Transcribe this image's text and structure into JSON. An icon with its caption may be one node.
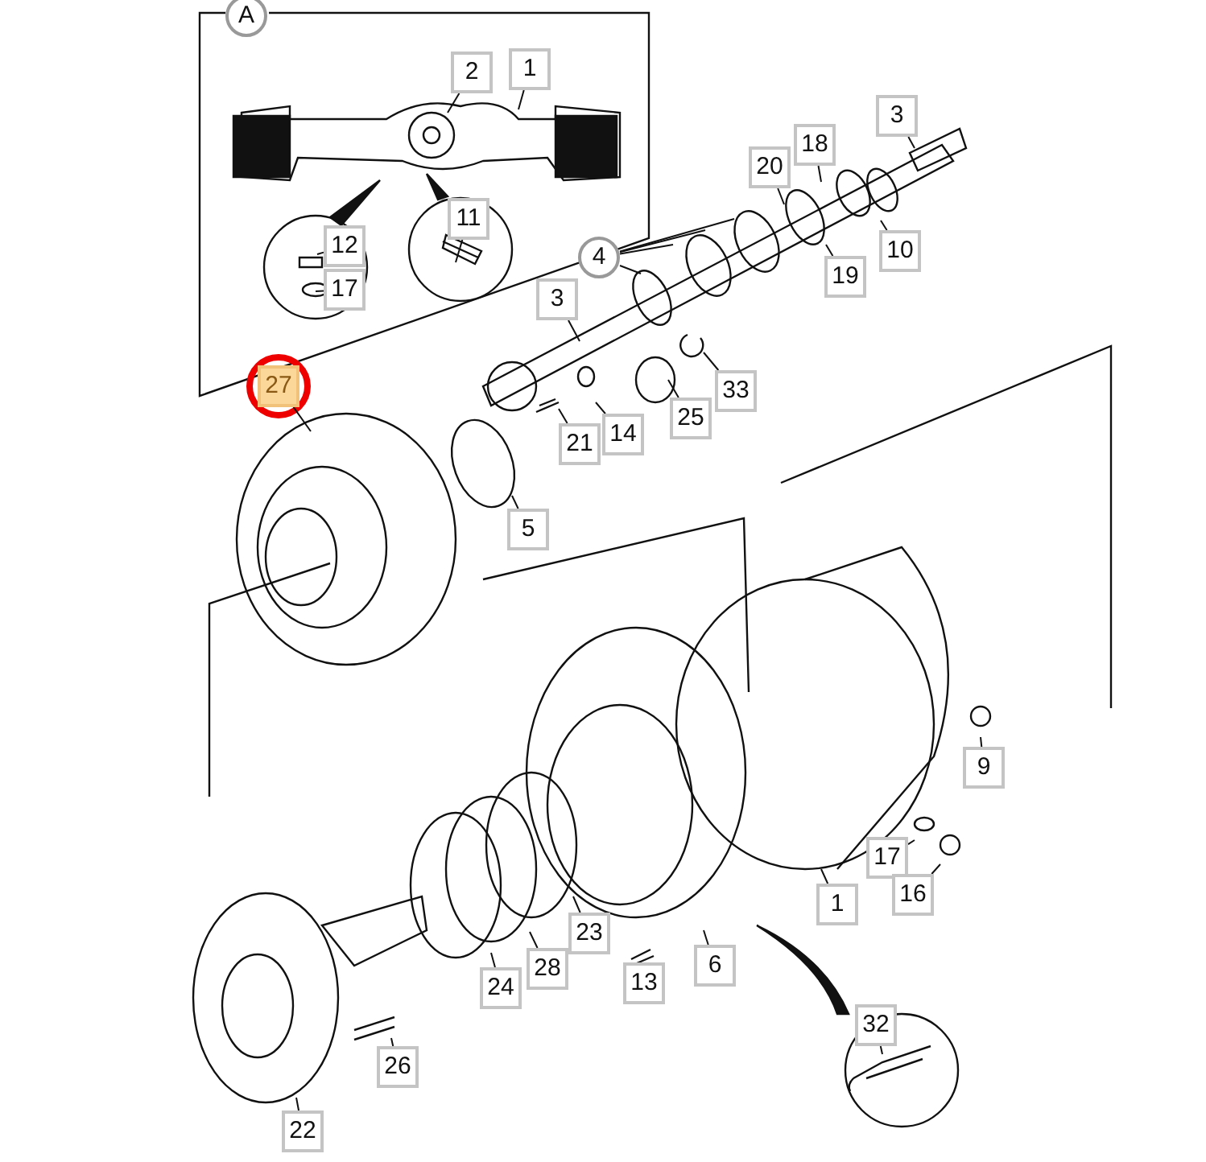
{
  "diagram": {
    "nodes": [
      {
        "text": [
          "A"
        ]
      },
      {
        "text": [
          "2"
        ]
      },
      {
        "text": [
          "1"
        ]
      },
      {
        "text": [
          "12"
        ]
      },
      {
        "text": [
          "17"
        ]
      },
      {
        "text": [
          "11"
        ]
      },
      {
        "text": [
          "3"
        ]
      },
      {
        "text": [
          "18"
        ]
      },
      {
        "text": [
          "20"
        ]
      },
      {
        "text": [
          "4"
        ]
      },
      {
        "text": [
          "10"
        ]
      },
      {
        "text": [
          "19"
        ]
      },
      {
        "text": [
          "3"
        ]
      },
      {
        "text": [
          "27"
        ]
      },
      {
        "text": [
          "33"
        ]
      },
      {
        "text": [
          "21"
        ]
      },
      {
        "text": [
          "14"
        ]
      },
      {
        "text": [
          "25"
        ]
      },
      {
        "text": [
          "5"
        ]
      },
      {
        "text": [
          "9"
        ]
      },
      {
        "text": [
          "17"
        ]
      },
      {
        "text": [
          "16"
        ]
      },
      {
        "text": [
          "1"
        ]
      },
      {
        "text": [
          "23"
        ]
      },
      {
        "text": [
          "6"
        ]
      },
      {
        "text": [
          "13"
        ]
      },
      {
        "text": [
          "24"
        ]
      },
      {
        "text": [
          "28"
        ]
      },
      {
        "text": [
          "26"
        ]
      },
      {
        "text": [
          "32"
        ]
      },
      {
        "text": [
          "22"
        ]
      }
    ],
    "edges": [
      {
        "from": 1,
        "to": null,
        "arrow": "none"
      },
      {
        "from": 2,
        "to": null,
        "arrow": "none"
      },
      {
        "from": 3,
        "to": null,
        "arrow": "none"
      },
      {
        "from": 4,
        "to": null,
        "arrow": "none"
      },
      {
        "from": 5,
        "to": null,
        "arrow": "none"
      },
      {
        "from": 6,
        "to": null,
        "arrow": "none"
      },
      {
        "from": 7,
        "to": null,
        "arrow": "none"
      },
      {
        "from": 8,
        "to": null,
        "arrow": "none"
      },
      {
        "from": 9,
        "to": null,
        "arrow": "none"
      },
      {
        "from": 9,
        "to": null,
        "arrow": "none"
      },
      {
        "from": 9,
        "to": null,
        "arrow": "none"
      },
      {
        "from": 9,
        "to": null,
        "arrow": "none"
      },
      {
        "from": 10,
        "to": null,
        "arrow": "none"
      },
      {
        "from": 11,
        "to": null,
        "arrow": "none"
      },
      {
        "from": 12,
        "to": null,
        "arrow": "none"
      },
      {
        "from": 13,
        "to": null,
        "arrow": "none"
      },
      {
        "from": 14,
        "to": null,
        "arrow": "none"
      },
      {
        "from": 15,
        "to": null,
        "arrow": "none"
      },
      {
        "from": 16,
        "to": null,
        "arrow": "none"
      },
      {
        "from": 17,
        "to": null,
        "arrow": "none"
      },
      {
        "from": 18,
        "to": null,
        "arrow": "none"
      },
      {
        "from": 19,
        "to": null,
        "arrow": "none"
      },
      {
        "from": 20,
        "to": null,
        "arrow": "none"
      },
      {
        "from": 21,
        "to": null,
        "arrow": "none"
      },
      {
        "from": 22,
        "to": null,
        "arrow": "none"
      },
      {
        "from": 23,
        "to": null,
        "arrow": "none"
      },
      {
        "from": 24,
        "to": null,
        "arrow": "none"
      },
      {
        "from": 25,
        "to": null,
        "arrow": "none"
      },
      {
        "from": 26,
        "to": null,
        "arrow": "none"
      },
      {
        "from": 27,
        "to": null,
        "arrow": "none"
      },
      {
        "from": 28,
        "to": null,
        "arrow": "none"
      },
      {
        "from": 29,
        "to": null,
        "arrow": "none"
      },
      {
        "from": 30,
        "to": null,
        "arrow": "none"
      }
    ]
  }
}
